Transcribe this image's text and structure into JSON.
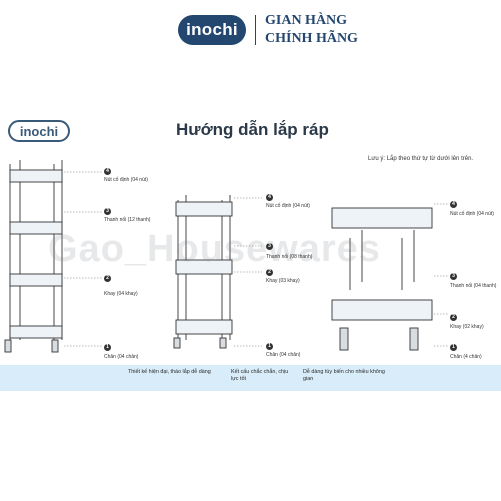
{
  "brand": {
    "logo_text": "inochi",
    "line1": "GIAN HÀNG",
    "line2": "CHÍNH HÃNG"
  },
  "logo_secondary": "inochi",
  "title": "Hướng dẫn lắp ráp",
  "note": "Lưu ý: Lắp theo thứ tự từ dưới lên trên.",
  "watermark": "Gao_Housewares",
  "diagrams": [
    {
      "labels": [
        {
          "num": "4",
          "text": "Nút cố định (04 nút)"
        },
        {
          "num": "3",
          "text": "Thanh nối (12 thanh)"
        },
        {
          "num": "2",
          "text": "Khay (04 khay)"
        },
        {
          "num": "1",
          "text": "Chân (04 chân)"
        }
      ]
    },
    {
      "labels": [
        {
          "num": "4",
          "text": "Nút cố định (04 nút)"
        },
        {
          "num": "3",
          "text": "Thanh nối (08 thanh)"
        },
        {
          "num": "2",
          "text": "Khay (03 khay)"
        },
        {
          "num": "1",
          "text": "Chân (04 chân)"
        }
      ]
    },
    {
      "labels": [
        {
          "num": "4",
          "text": "Nút cố định (04 nút)"
        },
        {
          "num": "3",
          "text": "Thanh nối (04 thanh)"
        },
        {
          "num": "2",
          "text": "Khay (02 khay)"
        },
        {
          "num": "1",
          "text": "Chân (4 chân)"
        }
      ]
    }
  ],
  "features": [
    "Thiết kế hiện đại, tháo lắp dễ dàng",
    "Kết cấu chắc chắn, chịu lực tốt",
    "Dễ dàng tùy biến cho nhiều không gian"
  ]
}
